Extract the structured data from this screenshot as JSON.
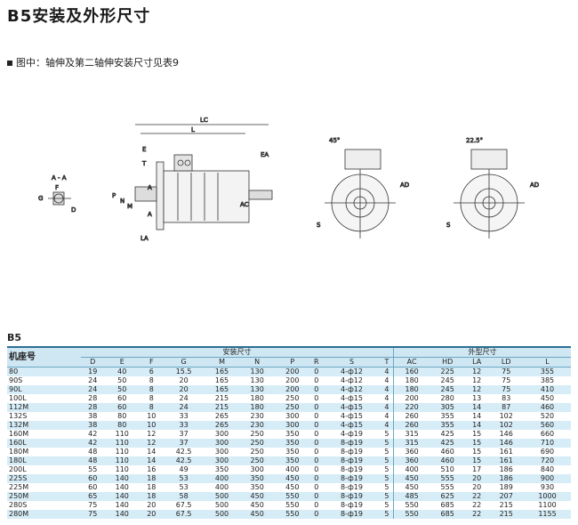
{
  "page": {
    "title": "B5安装及外形尺寸",
    "note": "图中：轴伸及第二轴伸安装尺寸见表9",
    "section": "B5"
  },
  "drawing_labels": {
    "lc": "LC",
    "l": "L",
    "e": "E",
    "t": "T",
    "ea": "EA",
    "ac": "AC",
    "ad": "AD",
    "la": "LA",
    "p": "P",
    "s": "S",
    "aa": "A - A",
    "g": "G",
    "f": "F",
    "d": "D",
    "n": "N",
    "m": "M",
    "a": "A",
    "angle_45": "45°",
    "angle_225": "22.5°"
  },
  "table": {
    "group_install": "安装尺寸",
    "group_outline": "外型尺寸",
    "frame_header": "机座号",
    "columns": [
      "D",
      "E",
      "F",
      "G",
      "M",
      "N",
      "P",
      "R",
      "S",
      "T",
      "AC",
      "HD",
      "LA",
      "LD",
      "L"
    ],
    "rows": [
      [
        "80",
        "19",
        "40",
        "6",
        "15.5",
        "165",
        "130",
        "200",
        "0",
        "4-ф12",
        "4",
        "160",
        "225",
        "12",
        "75",
        "355"
      ],
      [
        "90S",
        "24",
        "50",
        "8",
        "20",
        "165",
        "130",
        "200",
        "0",
        "4-ф12",
        "4",
        "180",
        "245",
        "12",
        "75",
        "385"
      ],
      [
        "90L",
        "24",
        "50",
        "8",
        "20",
        "165",
        "130",
        "200",
        "0",
        "4-ф12",
        "4",
        "180",
        "245",
        "12",
        "75",
        "410"
      ],
      [
        "100L",
        "28",
        "60",
        "8",
        "24",
        "215",
        "180",
        "250",
        "0",
        "4-ф15",
        "4",
        "200",
        "280",
        "13",
        "83",
        "450"
      ],
      [
        "112M",
        "28",
        "60",
        "8",
        "24",
        "215",
        "180",
        "250",
        "0",
        "4-ф15",
        "4",
        "220",
        "305",
        "14",
        "87",
        "460"
      ],
      [
        "132S",
        "38",
        "80",
        "10",
        "33",
        "265",
        "230",
        "300",
        "0",
        "4-ф15",
        "4",
        "260",
        "355",
        "14",
        "102",
        "520"
      ],
      [
        "132M",
        "38",
        "80",
        "10",
        "33",
        "265",
        "230",
        "300",
        "0",
        "4-ф15",
        "4",
        "260",
        "355",
        "14",
        "102",
        "560"
      ],
      [
        "160M",
        "42",
        "110",
        "12",
        "37",
        "300",
        "250",
        "350",
        "0",
        "4-ф19",
        "5",
        "315",
        "425",
        "15",
        "146",
        "660"
      ],
      [
        "160L",
        "42",
        "110",
        "12",
        "37",
        "300",
        "250",
        "350",
        "0",
        "8-ф19",
        "5",
        "315",
        "425",
        "15",
        "146",
        "710"
      ],
      [
        "180M",
        "48",
        "110",
        "14",
        "42.5",
        "300",
        "250",
        "350",
        "0",
        "8-ф19",
        "5",
        "360",
        "460",
        "15",
        "161",
        "690"
      ],
      [
        "180L",
        "48",
        "110",
        "14",
        "42.5",
        "300",
        "250",
        "350",
        "0",
        "8-ф19",
        "5",
        "360",
        "460",
        "15",
        "161",
        "720"
      ],
      [
        "200L",
        "55",
        "110",
        "16",
        "49",
        "350",
        "300",
        "400",
        "0",
        "8-ф19",
        "5",
        "400",
        "510",
        "17",
        "186",
        "840"
      ],
      [
        "225S",
        "60",
        "140",
        "18",
        "53",
        "400",
        "350",
        "450",
        "0",
        "8-ф19",
        "5",
        "450",
        "555",
        "20",
        "186",
        "900"
      ],
      [
        "225M",
        "60",
        "140",
        "18",
        "53",
        "400",
        "350",
        "450",
        "0",
        "8-ф19",
        "5",
        "450",
        "555",
        "20",
        "189",
        "930"
      ],
      [
        "250M",
        "65",
        "140",
        "18",
        "58",
        "500",
        "450",
        "550",
        "0",
        "8-ф19",
        "5",
        "485",
        "625",
        "22",
        "207",
        "1000"
      ],
      [
        "280S",
        "75",
        "140",
        "20",
        "67.5",
        "500",
        "450",
        "550",
        "0",
        "8-ф19",
        "5",
        "550",
        "685",
        "22",
        "215",
        "1100"
      ],
      [
        "280M",
        "75",
        "140",
        "20",
        "67.5",
        "500",
        "450",
        "550",
        "0",
        "8-ф19",
        "5",
        "550",
        "685",
        "22",
        "215",
        "1155"
      ]
    ]
  }
}
